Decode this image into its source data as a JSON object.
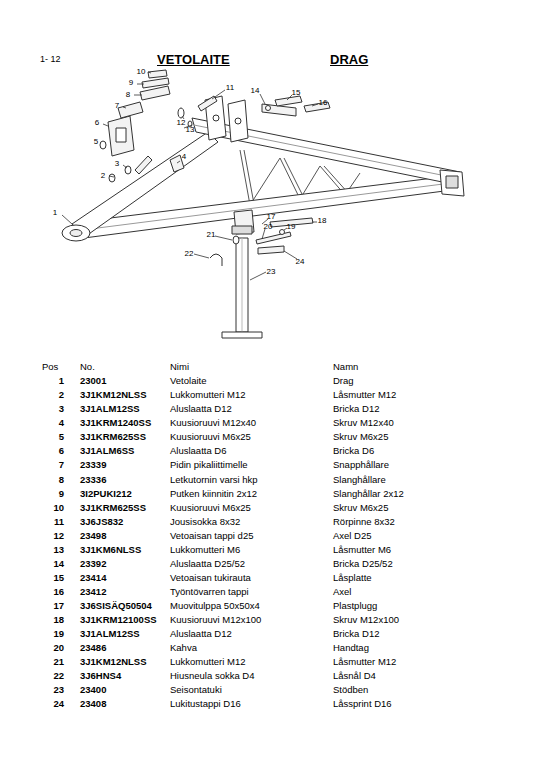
{
  "diagram": {
    "title": "VETOLAITE",
    "labels": [
      "1- 12",
      "DRAG",
      "1",
      "2",
      "3",
      "4",
      "5",
      "6",
      "7",
      "8",
      "9",
      "10",
      "11",
      "12",
      "13",
      "14",
      "15",
      "16",
      "17",
      "18",
      "19",
      "20",
      "21",
      "22",
      "23",
      "24",
      "Pos",
      "No.",
      "Nimi",
      "Namn",
      "1",
      "23001",
      "Vetolaite",
      "Drag",
      "2",
      "3J1KM12NLSS",
      "Lukkomutteri M12",
      "Låsmutter M12",
      "3",
      "3J1ALM12SS",
      "Aluslaatta D12",
      "Bricka D12",
      "4",
      "3J1KRM1240SS",
      "Kuusioruuvi M12x40",
      "Skruv M12x40",
      "5",
      "3J1KRM625SS",
      "Kuusioruuvi M6x25",
      "Skruv M6x25",
      "6",
      "3J1ALM6SS",
      "Aluslaatta D6",
      "Bricka D6",
      "7",
      "23339",
      "Pidin pikaliittimelle",
      "Snapphållare",
      "8",
      "23336",
      "Letkutornin varsi hkp",
      "Slanghållare",
      "9",
      "3I2PUKI212",
      "Putken kiinnitin 2x12",
      "Slanghållar 2x12",
      "10",
      "3J1KRM625SS",
      "Kuusioruuvi M6x25",
      "Skruv M6x25",
      "11",
      "3J6JS832",
      "Jousisokka 8x32",
      "Rörpinne 8x32",
      "12",
      "23498",
      "Vetoaisan tappi d25",
      "Axel D25",
      "13",
      "3J1KM6NLSS",
      "Lukkomutteri M6",
      "Låsmutter M6",
      "14",
      "23392",
      "Aluslaatta D25/52",
      "Bricka D25/52",
      "15",
      "23414",
      "Vetoaisan tukirauta",
      "Låsplatte",
      "16",
      "23412",
      "Työntövarren tappi",
      "Axel",
      "17",
      "3J6SISÄQ50504",
      "Muovitulppa 50x50x4",
      "Plastplugg",
      "18",
      "3J1KRM12100SS",
      "Kuusioruuvi M12x100",
      "Skruv M12x100",
      "19",
      "3J1ALM12SS",
      "Aluslaatta D12",
      "Bricka D12",
      "20",
      "23486",
      "Kahva",
      "Handtag",
      "21",
      "3J1KM12NLSS",
      "Lukkomutteri M12",
      "Låsmutter M12",
      "22",
      "3J6HNS4",
      "Hiusneula sokka D4",
      "Låsnål D4",
      "23",
      "23400",
      "Seisontatuki",
      "Stödben",
      "24",
      "23408",
      "Lukitustappi D16",
      "Låssprint D16"
    ]
  }
}
